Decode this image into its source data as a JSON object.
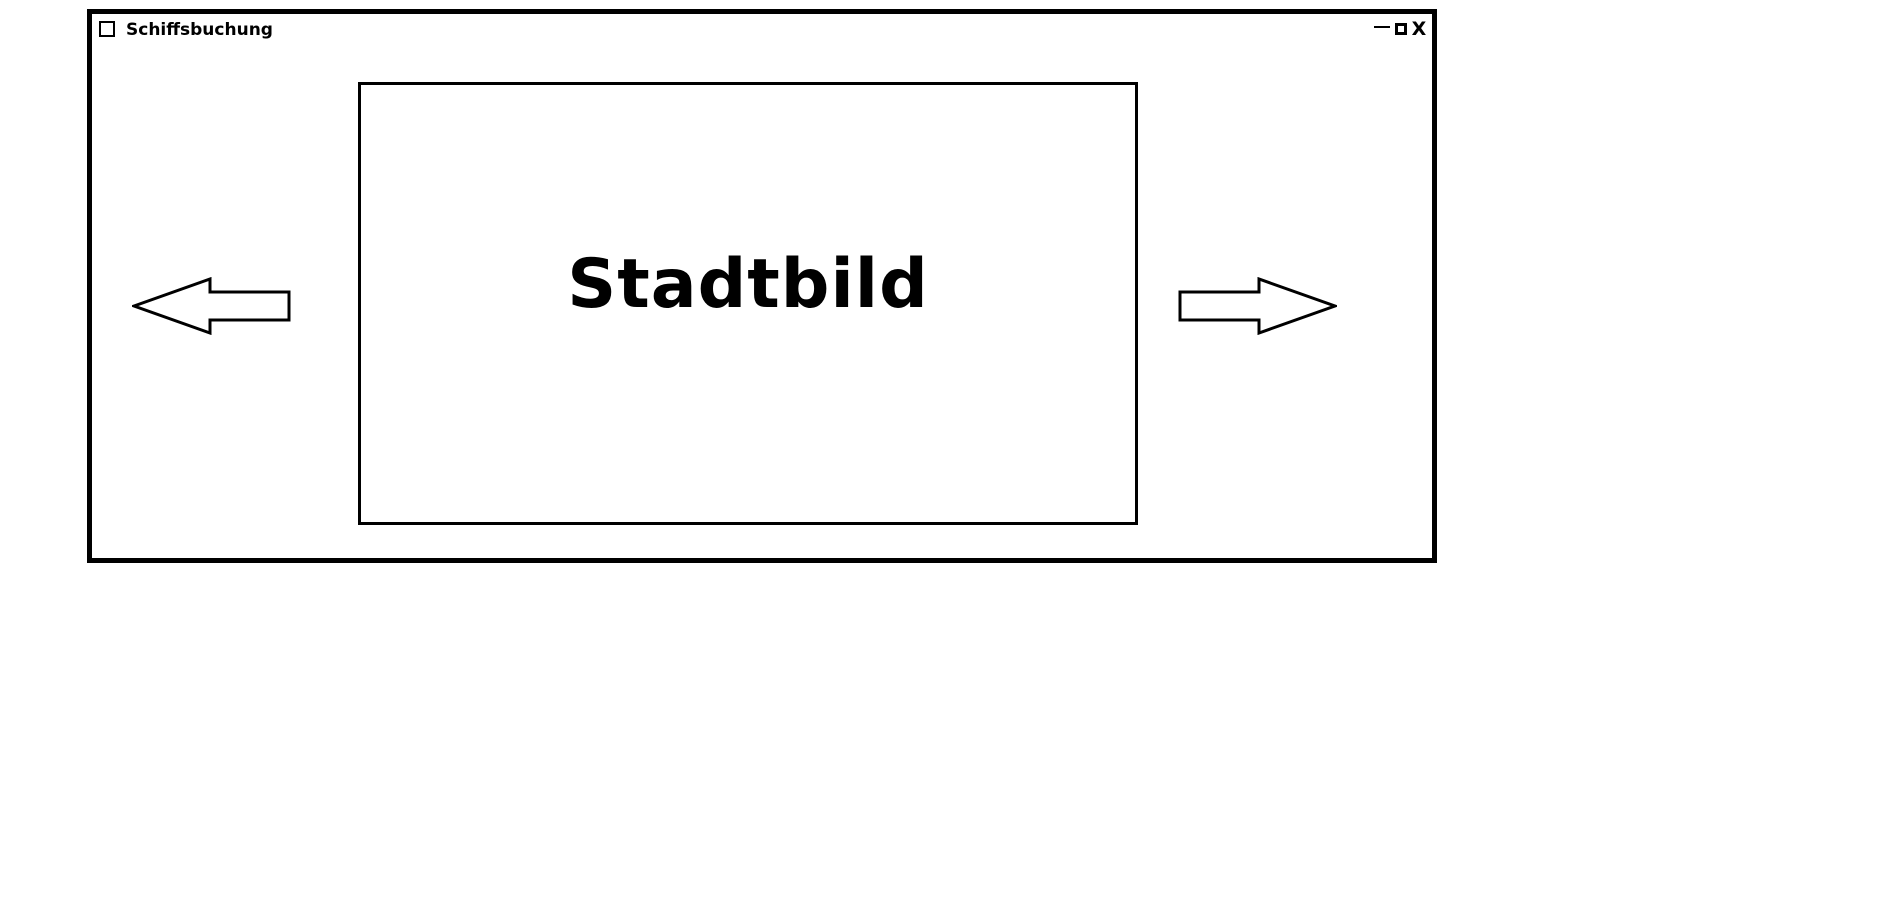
{
  "window": {
    "title": "Schiffsbuchung",
    "controls": {
      "minimize_icon": "minimize-icon",
      "maximize_icon": "maximize-icon",
      "close_label": "X"
    }
  },
  "main": {
    "image_label": "Stadtbild",
    "prev_icon": "arrow-left-icon",
    "next_icon": "arrow-right-icon"
  },
  "colors": {
    "border": "#000000",
    "background": "#ffffff"
  }
}
